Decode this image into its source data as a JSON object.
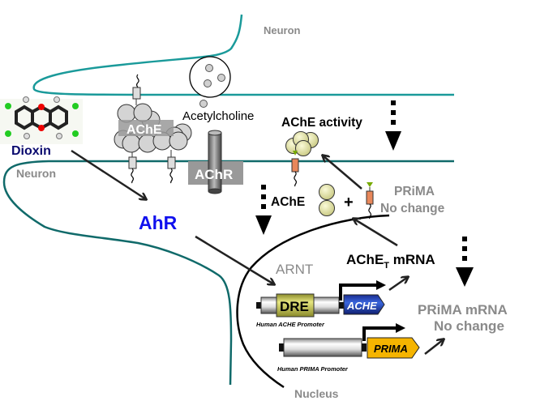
{
  "labels": {
    "neuron_top": "Neuron",
    "neuron_left": "Neuron",
    "dioxin": "Dioxin",
    "acetylcholine": "Acetylcholine",
    "ache_box": "AChE",
    "achr_box": "AChR",
    "ache_activity": "AChE activity",
    "ache_subunit": "AChE",
    "plus": "+",
    "prima_title": "PRiMA",
    "prima_no_change": "No change",
    "ahr": "AhR",
    "arnt": "ARNT",
    "ache_t_main": "AChE",
    "ache_t_sub": "T",
    "ache_t_mrna": " mRNA",
    "dre": "DRE",
    "ache_gene": "ACHE",
    "human_ache_promoter": "Human ACHE Promoter",
    "prima_gene": "PRIMA",
    "human_prima_promoter": "Human PRIMA Promoter",
    "prima_mrna": "PRiMA mRNA",
    "prima_mrna_no_change": "No change",
    "nucleus": "Nucleus"
  },
  "colors": {
    "membrane": "#1a8f8f",
    "ahr": "#1010ee",
    "dioxin": "#0a0a6e",
    "gray_text": "#8a8a8a",
    "ache_globule": "#e8e8a8",
    "prima_anchor": "#e8875a",
    "dre_box": "#d6d66a",
    "ache_gene": "#2244cc",
    "prima_gene": "#f5b400"
  }
}
